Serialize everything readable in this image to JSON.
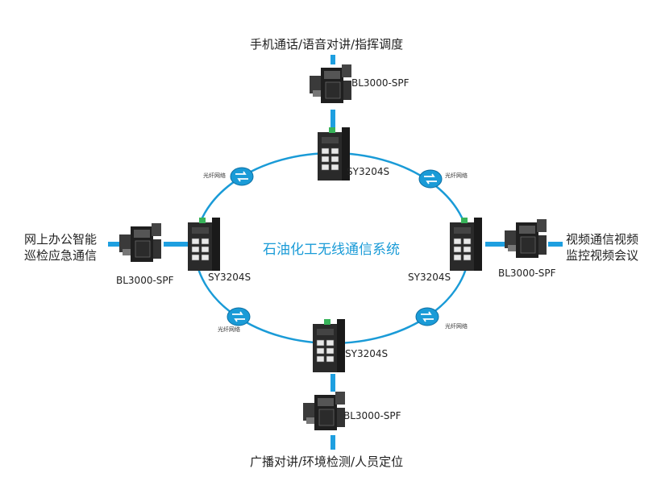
{
  "diagram": {
    "title": "石油化工无线通信系统",
    "colors": {
      "ring": "#1a9bd7",
      "link": "#1e9fe0",
      "device": "#1a1a1a"
    },
    "apps": {
      "top": "手机通话/语音对讲/指挥调度",
      "left_line1": "网上办公智能",
      "left_line2": "巡检应急通信",
      "right_line1": "视频通信视频",
      "right_line2": "监控视频会议",
      "bottom": "广播对讲/环境检测/人员定位"
    },
    "switch_label": "SY3204S",
    "radio_label": "BL3000-SPF",
    "fiber_label": "光纤网络"
  }
}
